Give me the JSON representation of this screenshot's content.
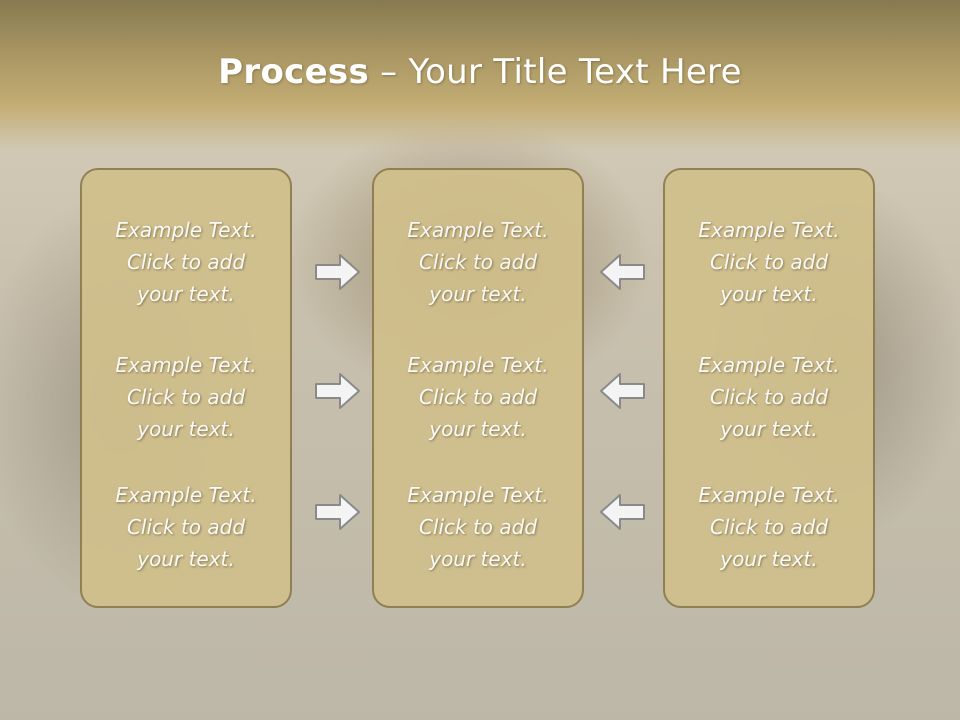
{
  "title": {
    "bold": "Process",
    "rest": " – Your Title Text Here"
  },
  "columns": [
    {
      "items": [
        {
          "lines": [
            "Example Text.",
            "Click  to add",
            "your text."
          ]
        },
        {
          "lines": [
            "Example Text.",
            "Click  to add",
            "your text."
          ]
        },
        {
          "lines": [
            "Example Text.",
            "Click  to add",
            "your text."
          ]
        }
      ]
    },
    {
      "items": [
        {
          "lines": [
            "Example Text.",
            "Click  to add",
            "your text."
          ]
        },
        {
          "lines": [
            "Example Text.",
            "Click  to add",
            "your text."
          ]
        },
        {
          "lines": [
            "Example Text.",
            "Click  to add",
            "your text."
          ]
        }
      ]
    },
    {
      "items": [
        {
          "lines": [
            "Example Text.",
            "Click  to add",
            "your text."
          ]
        },
        {
          "lines": [
            "Example Text.",
            "Click  to add",
            "your text."
          ]
        },
        {
          "lines": [
            "Example Text.",
            "Click  to add",
            "your text."
          ]
        }
      ]
    }
  ],
  "arrows": [
    {
      "icon": "arrow-right-icon"
    },
    {
      "icon": "arrow-right-icon"
    },
    {
      "icon": "arrow-right-icon"
    },
    {
      "icon": "arrow-left-icon"
    },
    {
      "icon": "arrow-left-icon"
    },
    {
      "icon": "arrow-left-icon"
    }
  ],
  "colors": {
    "panel": "#d1c08c",
    "panel_border": "#8c7c4e",
    "header": "#a89562",
    "arrow_stroke": "#8a8a8a"
  }
}
